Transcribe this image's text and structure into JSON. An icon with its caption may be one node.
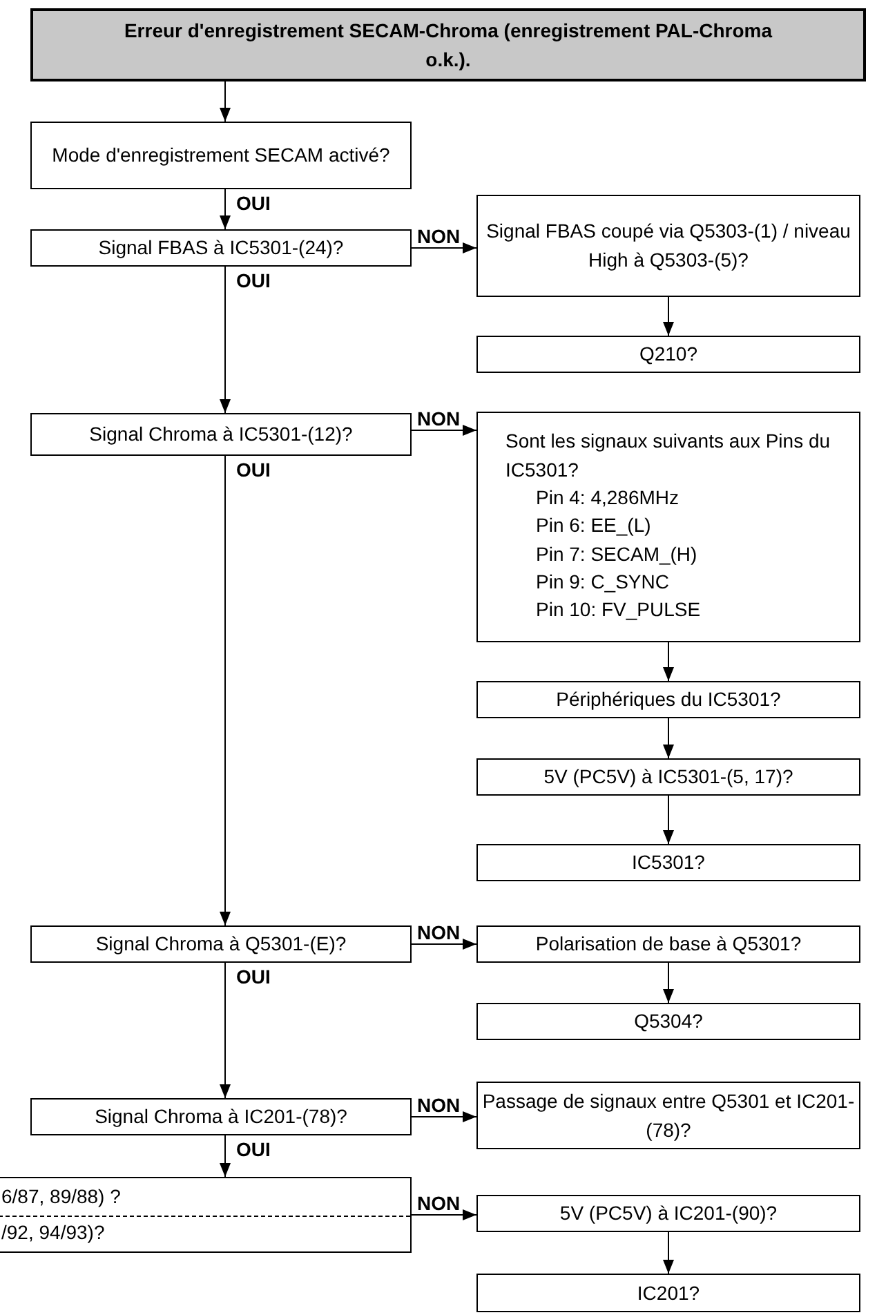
{
  "diagram": {
    "nodes": [
      {
        "text": [
          "Erreur d'enregistrement SECAM-Chroma (enregistrement PAL-Chroma o.k.)."
        ]
      },
      {
        "text": [
          "Mode d'enregistrement SECAM activé?"
        ]
      },
      {
        "text": [
          "Signal FBAS à IC5301-(24)?"
        ]
      },
      {
        "text": [
          "Signal FBAS coupé via Q5303-(1) / niveau  High à Q5303-(5)?"
        ]
      },
      {
        "text": [
          "Q210?"
        ]
      },
      {
        "text": [
          "Signal Chroma à IC5301-(12)?"
        ]
      },
      {
        "text": [
          "Sont les signaux suivants aux Pins du IC5301?",
          "Pin 4: 4,286MHz",
          "Pin 6: EE_(L)",
          "Pin 7: SECAM_(H)",
          "Pin 9: C_SYNC",
          "Pin 10: FV_PULSE"
        ]
      },
      {
        "text": [
          "Périphériques du IC5301?"
        ]
      },
      {
        "text": [
          "5V (PC5V) à IC5301-(5, 17)?"
        ]
      },
      {
        "text": [
          "IC5301?"
        ]
      },
      {
        "text": [
          "Signal Chroma à Q5301-(E)?"
        ]
      },
      {
        "text": [
          "Polarisation de base à Q5301?"
        ]
      },
      {
        "text": [
          "Q5304?"
        ]
      },
      {
        "text": [
          "Signal Chroma à IC201-(78)?"
        ]
      },
      {
        "text": [
          "Passage de signaux entre Q5301 et IC201-(78)?"
        ]
      },
      {
        "text": [
          "6/87, 89/88) ?",
          "/92, 94/93)?"
        ]
      },
      {
        "text": [
          "5V (PC5V) à IC201-(90)?"
        ]
      },
      {
        "text": [
          "IC201?"
        ]
      }
    ],
    "edges": [
      {
        "from": 0,
        "to": 1,
        "arrow": "to"
      },
      {
        "from": 1,
        "to": 2,
        "arrow": "to",
        "label": "OUI"
      },
      {
        "from": 2,
        "to": 3,
        "arrow": "to",
        "label": "NON"
      },
      {
        "from": 3,
        "to": 4,
        "arrow": "to"
      },
      {
        "from": 2,
        "to": 5,
        "arrow": "to",
        "label": "OUI"
      },
      {
        "from": 5,
        "to": 6,
        "arrow": "to",
        "label": "NON"
      },
      {
        "from": 6,
        "to": 7,
        "arrow": "to"
      },
      {
        "from": 7,
        "to": 8,
        "arrow": "to"
      },
      {
        "from": 8,
        "to": 9,
        "arrow": "to"
      },
      {
        "from": 5,
        "to": 10,
        "arrow": "to",
        "label": "OUI"
      },
      {
        "from": 10,
        "to": 11,
        "arrow": "to",
        "label": "NON"
      },
      {
        "from": 11,
        "to": 12,
        "arrow": "to"
      },
      {
        "from": 10,
        "to": 13,
        "arrow": "to",
        "label": "OUI"
      },
      {
        "from": 13,
        "to": 14,
        "arrow": "to",
        "label": "NON"
      },
      {
        "from": 13,
        "to": 15,
        "arrow": "to",
        "label": "OUI"
      },
      {
        "from": 15,
        "to": 16,
        "arrow": "to",
        "label": "NON"
      },
      {
        "from": 16,
        "to": 17,
        "arrow": "to"
      }
    ]
  }
}
